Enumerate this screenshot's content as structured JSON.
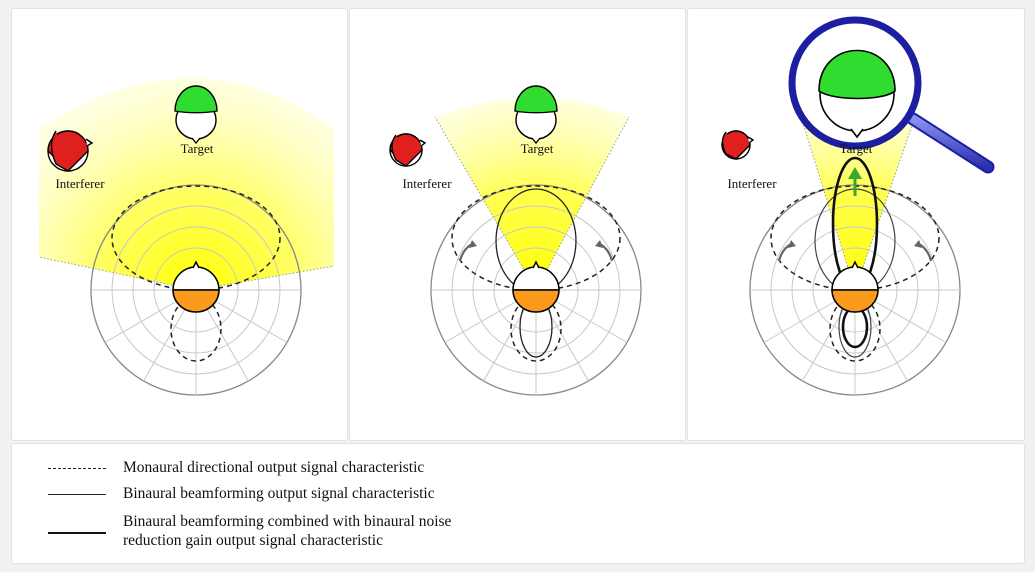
{
  "panels": [
    {
      "target_label": "Target",
      "interferer_label": "Interferer"
    },
    {
      "target_label": "Target",
      "interferer_label": "Interferer"
    },
    {
      "target_label": "Target",
      "interferer_label": "Interferer"
    }
  ],
  "legend": [
    {
      "style": "dashed",
      "text": "Monaural directional output signal characteristic"
    },
    {
      "style": "thin-solid",
      "text": "Binaural beamforming output signal characteristic"
    },
    {
      "style": "thick-solid",
      "line1": "Binaural beamforming combined with binaural noise",
      "line2": "reduction gain output signal characteristic"
    }
  ],
  "colors": {
    "target": "#2fdc2f",
    "interferer": "#e01f1f",
    "listener": "#f99a1c",
    "beam": "#ffff00",
    "magnifier_ring": "#1c1fa0",
    "arrow": "#3aa82a"
  }
}
